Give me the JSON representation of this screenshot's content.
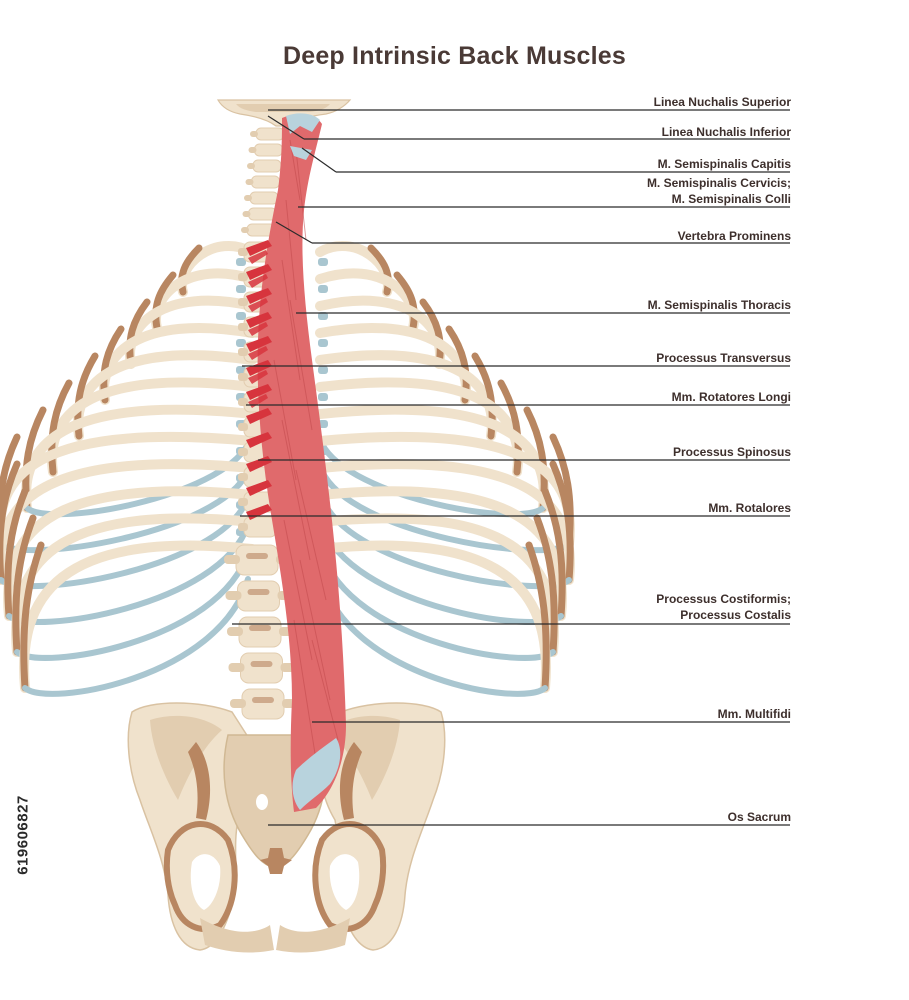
{
  "title": "Deep Intrinsic Back Muscles",
  "labels": [
    {
      "id": "linea-nuchalis-superior",
      "lines": [
        "Linea Nuchalis Superior"
      ]
    },
    {
      "id": "linea-nuchalis-inferior",
      "lines": [
        "Linea Nuchalis Inferior"
      ]
    },
    {
      "id": "m-semispinalis-capitis",
      "lines": [
        "M. Semispinalis Capitis"
      ]
    },
    {
      "id": "m-semispinalis-cervicis",
      "lines": [
        "M. Semispinalis Cervicis;",
        "M. Semispinalis Colli"
      ]
    },
    {
      "id": "vertebra-prominens",
      "lines": [
        "Vertebra Prominens"
      ]
    },
    {
      "id": "m-semispinalis-thoracis",
      "lines": [
        "M. Semispinalis Thoracis"
      ]
    },
    {
      "id": "processus-transversus",
      "lines": [
        "Processus Transversus"
      ]
    },
    {
      "id": "mm-rotatores-longi",
      "lines": [
        "Mm. Rotatores Longi"
      ]
    },
    {
      "id": "processus-spinosus",
      "lines": [
        "Processus Spinosus"
      ]
    },
    {
      "id": "mm-rotalores",
      "lines": [
        "Mm. Rotalores"
      ]
    },
    {
      "id": "processus-costiformis",
      "lines": [
        "Processus Costiformis;",
        "Processus Costalis"
      ]
    },
    {
      "id": "mm-multifidi",
      "lines": [
        "Mm. Multifidi"
      ]
    },
    {
      "id": "os-sacrum",
      "lines": [
        "Os Sacrum"
      ]
    }
  ],
  "stock_id": "619606827",
  "colors": {
    "bone": "#f0e2cc",
    "bone_shade": "#e2cdb0",
    "bone_dark": "#b88661",
    "muscle": "#e06a6c",
    "muscle_dark": "#c24a4d",
    "muscle_red": "#d7343d",
    "tendon": "#b8d3dd",
    "cartilage": "#a9c6d0",
    "leader": "#2b2b2b",
    "text": "#3d2f2c"
  }
}
